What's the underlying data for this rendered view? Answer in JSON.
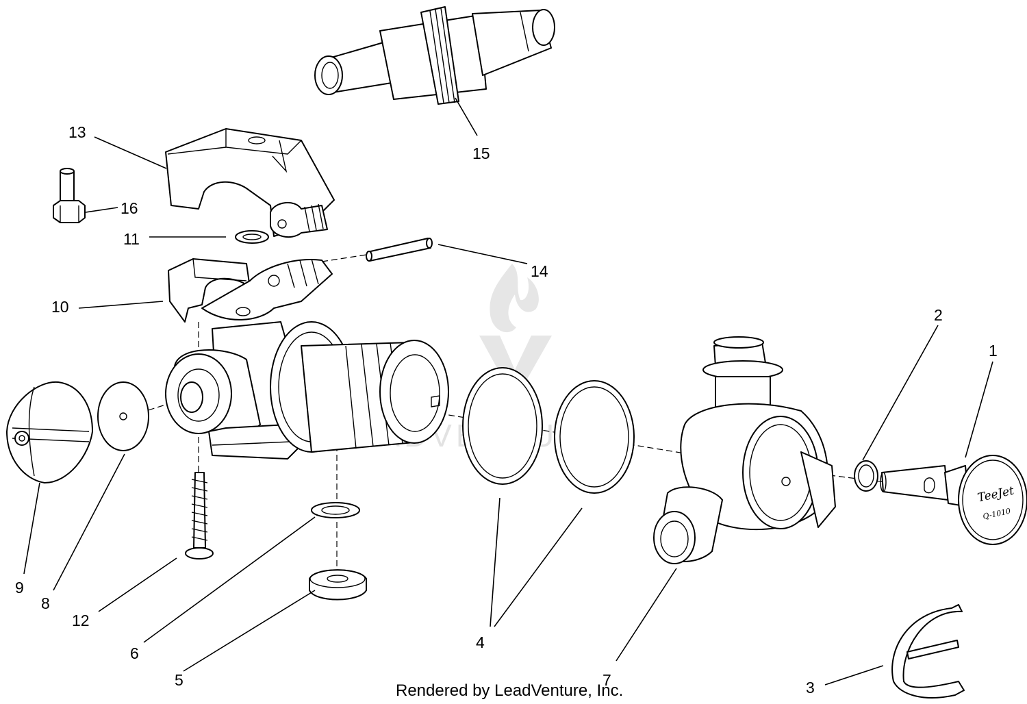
{
  "callouts": [
    {
      "id": "1",
      "label": "1"
    },
    {
      "id": "2",
      "label": "2"
    },
    {
      "id": "3",
      "label": "3"
    },
    {
      "id": "4",
      "label": "4"
    },
    {
      "id": "5",
      "label": "5"
    },
    {
      "id": "6",
      "label": "6"
    },
    {
      "id": "7",
      "label": "7"
    },
    {
      "id": "8",
      "label": "8"
    },
    {
      "id": "9",
      "label": "9"
    },
    {
      "id": "10",
      "label": "10"
    },
    {
      "id": "11",
      "label": "11"
    },
    {
      "id": "12",
      "label": "12"
    },
    {
      "id": "13",
      "label": "13"
    },
    {
      "id": "14",
      "label": "14"
    },
    {
      "id": "15",
      "label": "15"
    },
    {
      "id": "16",
      "label": "16"
    }
  ],
  "credit": "Rendered by LeadVenture, Inc.",
  "watermark": {
    "text": "LEADVENTURE",
    "color": "#e4e4e4"
  },
  "cap_branding": {
    "brand": "TeeJet",
    "model": "Q-1010"
  },
  "colors": {
    "line": "#000000",
    "background": "#ffffff"
  }
}
